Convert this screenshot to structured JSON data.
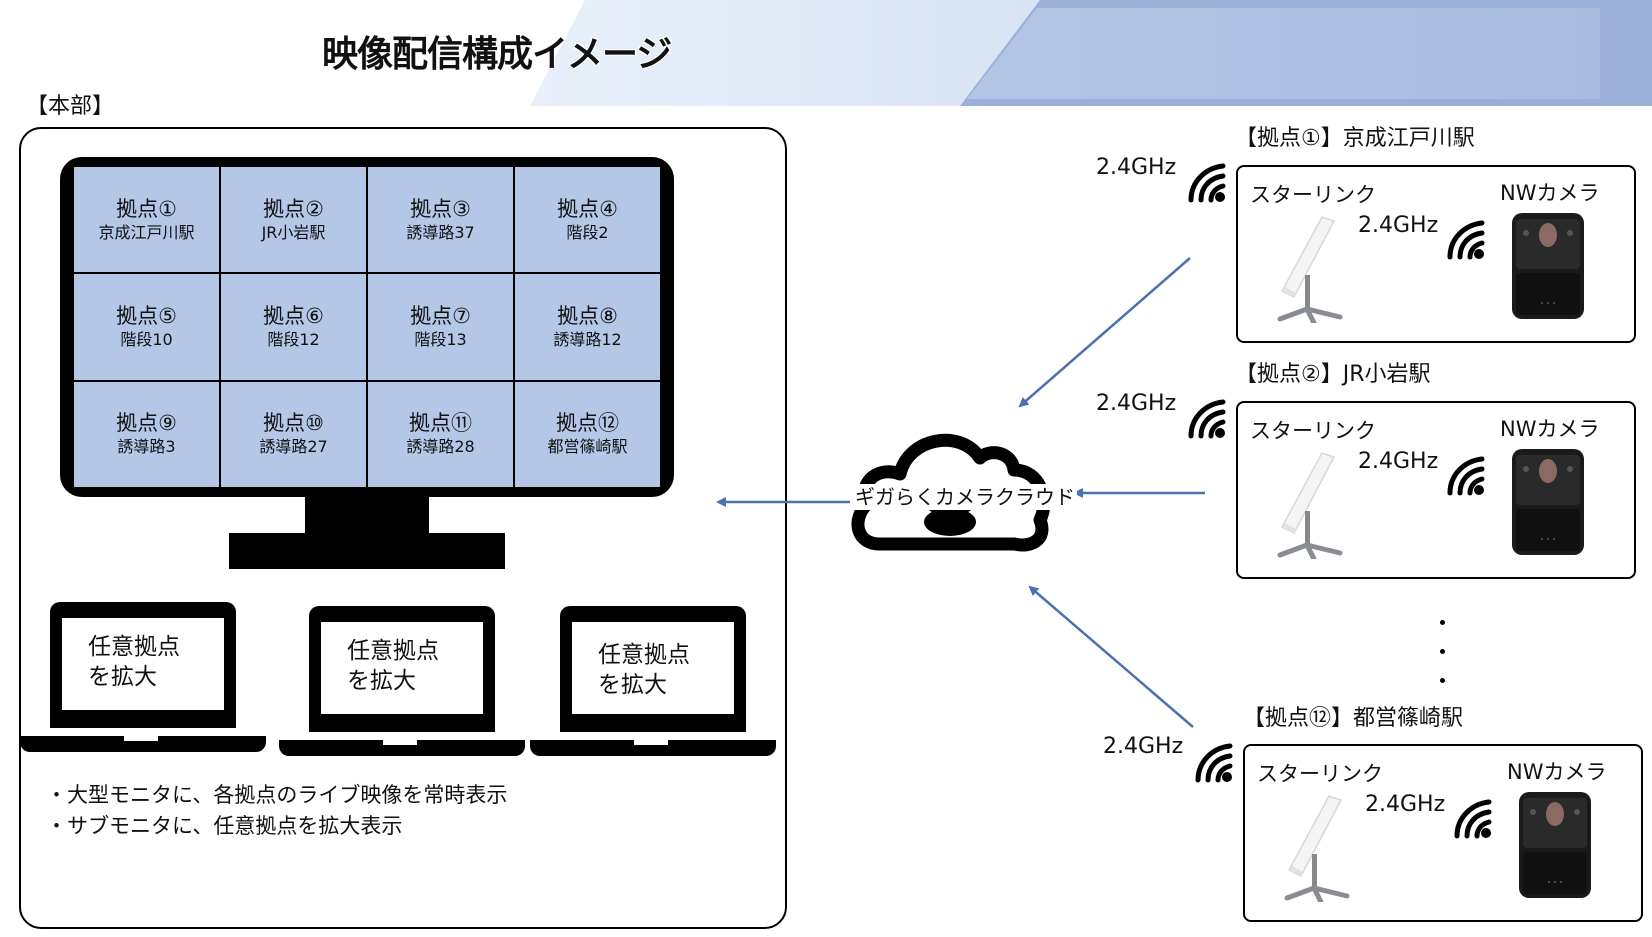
{
  "title": "映像配信構成イメージ",
  "colors": {
    "monitor_cell": "#b4c7e7",
    "arrow": "#4a72b0",
    "banner_light": "#dde8f6",
    "banner_dark": "#95acd5"
  },
  "hq": {
    "label": "【本部】",
    "monitor_cells": [
      {
        "title": "拠点①",
        "sub": "京成江戸川駅"
      },
      {
        "title": "拠点②",
        "sub": "JR小岩駅"
      },
      {
        "title": "拠点③",
        "sub": "誘導路37"
      },
      {
        "title": "拠点④",
        "sub": "階段2"
      },
      {
        "title": "拠点⑤",
        "sub": "階段10"
      },
      {
        "title": "拠点⑥",
        "sub": "階段12"
      },
      {
        "title": "拠点⑦",
        "sub": "階段13"
      },
      {
        "title": "拠点⑧",
        "sub": "誘導路12"
      },
      {
        "title": "拠点⑨",
        "sub": "誘導路3"
      },
      {
        "title": "拠点⑩",
        "sub": "誘導路27"
      },
      {
        "title": "拠点⑪",
        "sub": "誘導路28"
      },
      {
        "title": "拠点⑫",
        "sub": "都営篠崎駅"
      }
    ],
    "laptops": [
      {
        "line1": "任意拠点",
        "line2": "を拡大"
      },
      {
        "line1": "任意拠点",
        "line2": "を拡大"
      },
      {
        "line1": "任意拠点",
        "line2": "を拡大"
      }
    ],
    "bullets": [
      "・大型モニタに、各拠点のライブ映像を常時表示",
      "・サブモニタに、任意拠点を拡大表示"
    ]
  },
  "cloud": {
    "label": "ギガらくカメラクラウド",
    "icon": "cloud-icon"
  },
  "sites": [
    {
      "title": "【拠点①】京成江戸川駅",
      "outer_freq": "2.4GHz",
      "inner_freq": "2.4GHz",
      "starlink_label": "スターリンク",
      "camera_label": "NWカメラ"
    },
    {
      "title": "【拠点②】JR小岩駅",
      "outer_freq": "2.4GHz",
      "inner_freq": "2.4GHz",
      "starlink_label": "スターリンク",
      "camera_label": "NWカメラ"
    },
    {
      "title": "【拠点⑫】都営篠崎駅",
      "outer_freq": "2.4GHz",
      "inner_freq": "2.4GHz",
      "starlink_label": "スターリンク",
      "camera_label": "NWカメラ"
    }
  ],
  "ellipsis": "⋮"
}
